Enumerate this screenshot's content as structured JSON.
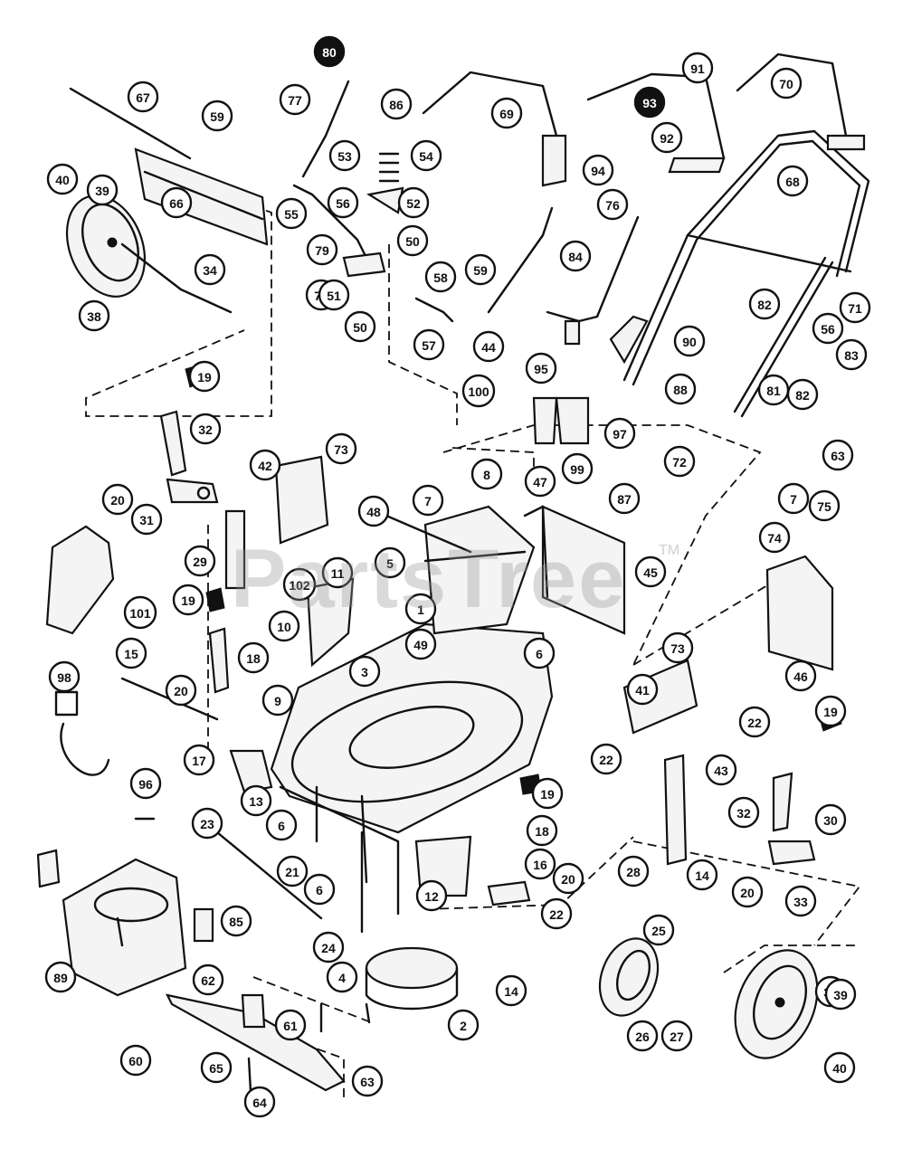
{
  "watermark": {
    "text": "PartsTree",
    "tm": "TM"
  },
  "callouts": [
    {
      "n": "80",
      "fill": true
    },
    {
      "n": "77"
    },
    {
      "n": "86"
    },
    {
      "n": "67"
    },
    {
      "n": "59"
    },
    {
      "n": "69"
    },
    {
      "n": "91"
    },
    {
      "n": "93",
      "fill": true
    },
    {
      "n": "70"
    },
    {
      "n": "53"
    },
    {
      "n": "54"
    },
    {
      "n": "40"
    },
    {
      "n": "39"
    },
    {
      "n": "92"
    },
    {
      "n": "94"
    },
    {
      "n": "68"
    },
    {
      "n": "66"
    },
    {
      "n": "56"
    },
    {
      "n": "52"
    },
    {
      "n": "55"
    },
    {
      "n": "76"
    },
    {
      "n": "79"
    },
    {
      "n": "50"
    },
    {
      "n": "84"
    },
    {
      "n": "34"
    },
    {
      "n": "78"
    },
    {
      "n": "51"
    },
    {
      "n": "58"
    },
    {
      "n": "59"
    },
    {
      "n": "71"
    },
    {
      "n": "38"
    },
    {
      "n": "50"
    },
    {
      "n": "57"
    },
    {
      "n": "44"
    },
    {
      "n": "82"
    },
    {
      "n": "56"
    },
    {
      "n": "90"
    },
    {
      "n": "83"
    },
    {
      "n": "19"
    },
    {
      "n": "95"
    },
    {
      "n": "100"
    },
    {
      "n": "88"
    },
    {
      "n": "81"
    },
    {
      "n": "82"
    },
    {
      "n": "32"
    },
    {
      "n": "97"
    },
    {
      "n": "63"
    },
    {
      "n": "73"
    },
    {
      "n": "99"
    },
    {
      "n": "72"
    },
    {
      "n": "42"
    },
    {
      "n": "8"
    },
    {
      "n": "47"
    },
    {
      "n": "7"
    },
    {
      "n": "7"
    },
    {
      "n": "75"
    },
    {
      "n": "20"
    },
    {
      "n": "87"
    },
    {
      "n": "31"
    },
    {
      "n": "48"
    },
    {
      "n": "74"
    },
    {
      "n": "29"
    },
    {
      "n": "5"
    },
    {
      "n": "11"
    },
    {
      "n": "45"
    },
    {
      "n": "101"
    },
    {
      "n": "102"
    },
    {
      "n": "19"
    },
    {
      "n": "1"
    },
    {
      "n": "10"
    },
    {
      "n": "46"
    },
    {
      "n": "18"
    },
    {
      "n": "73"
    },
    {
      "n": "15"
    },
    {
      "n": "49"
    },
    {
      "n": "6"
    },
    {
      "n": "3"
    },
    {
      "n": "98"
    },
    {
      "n": "9"
    },
    {
      "n": "41"
    },
    {
      "n": "20"
    },
    {
      "n": "22"
    },
    {
      "n": "19"
    },
    {
      "n": "17"
    },
    {
      "n": "22"
    },
    {
      "n": "43"
    },
    {
      "n": "13"
    },
    {
      "n": "96"
    },
    {
      "n": "19"
    },
    {
      "n": "32"
    },
    {
      "n": "30"
    },
    {
      "n": "23"
    },
    {
      "n": "6"
    },
    {
      "n": "18"
    },
    {
      "n": "21"
    },
    {
      "n": "16"
    },
    {
      "n": "28"
    },
    {
      "n": "14"
    },
    {
      "n": "20"
    },
    {
      "n": "12"
    },
    {
      "n": "20"
    },
    {
      "n": "33"
    },
    {
      "n": "6"
    },
    {
      "n": "22"
    },
    {
      "n": "85"
    },
    {
      "n": "24"
    },
    {
      "n": "25"
    },
    {
      "n": "37"
    },
    {
      "n": "89"
    },
    {
      "n": "62"
    },
    {
      "n": "4"
    },
    {
      "n": "14"
    },
    {
      "n": "39"
    },
    {
      "n": "61"
    },
    {
      "n": "2"
    },
    {
      "n": "26"
    },
    {
      "n": "27"
    },
    {
      "n": "60"
    },
    {
      "n": "65"
    },
    {
      "n": "63"
    },
    {
      "n": "40"
    },
    {
      "n": "64"
    }
  ]
}
